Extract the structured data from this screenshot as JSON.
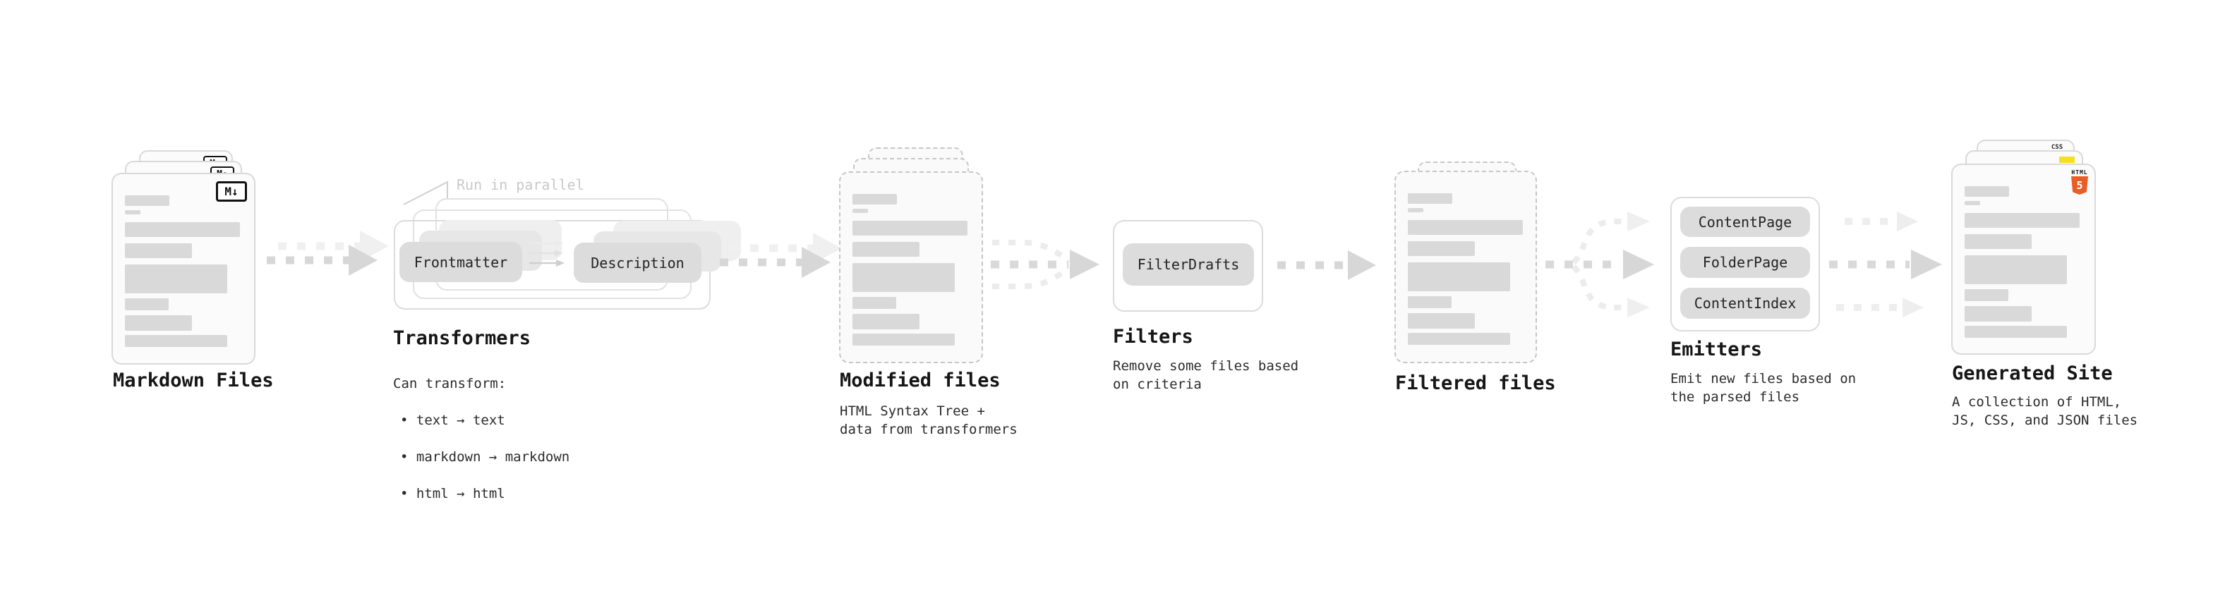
{
  "colors": {
    "bar": "#d9d9d9",
    "pill_bg": "#dcdcdc",
    "card_border": "#d9d9d9",
    "dashed_border": "#c6c6c6",
    "arrow_main": "#d7d7d7",
    "arrow_light": "#ececec",
    "text_primary": "#161616",
    "text_secondary": "#2b2b2b",
    "annotation": "#c9c9c9",
    "html5_orange": "#ea5d27",
    "js_yellow": "#f7df1e",
    "css_blue": "#2d6fe0"
  },
  "stages": {
    "markdown": {
      "title": "Markdown Files",
      "badge": "M↓"
    },
    "transformers": {
      "title": "Transformers",
      "annotation": "Run in parallel",
      "pill_left": "Frontmatter",
      "pill_right": "Description",
      "desc_heading": "Can transform:",
      "bullets": [
        "• text → text",
        "• markdown → markdown",
        "• html → html"
      ]
    },
    "modified": {
      "title": "Modified files",
      "desc": "HTML Syntax Tree +\ndata from transformers"
    },
    "filters": {
      "title": "Filters",
      "pill": "FilterDrafts",
      "desc": "Remove some files based\non criteria"
    },
    "filtered": {
      "title": "Filtered files"
    },
    "emitters": {
      "title": "Emitters",
      "pills": [
        "ContentPage",
        "FolderPage",
        "ContentIndex"
      ],
      "desc": "Emit new files based on\nthe parsed files"
    },
    "generated": {
      "title": "Generated Site",
      "desc": "A collection of HTML,\nJS, CSS, and JSON files",
      "badge_css": "CSS",
      "badge_html_label": "HTML",
      "badge_html_number": "5"
    }
  }
}
